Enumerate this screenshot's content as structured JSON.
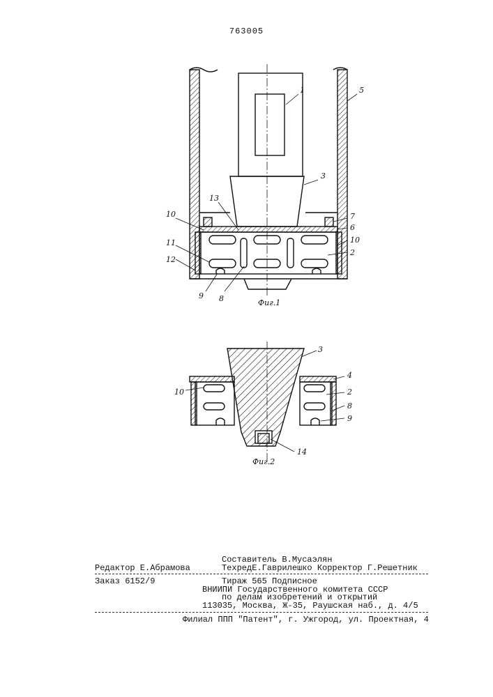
{
  "page_number": "763005",
  "fig1": {
    "caption": "Фиг.1",
    "labels": {
      "l1": "1",
      "l2": "2",
      "l3": "3",
      "l5": "5",
      "l6": "6",
      "l7": "7",
      "l8": "8",
      "l9": "9",
      "l10a": "10",
      "l10b": "10",
      "l11": "11",
      "l12": "12",
      "l13": "13"
    }
  },
  "fig2": {
    "caption": "Фиг.2",
    "labels": {
      "l2": "2",
      "l3": "3",
      "l4": "4",
      "l8": "8",
      "l9": "9",
      "l10": "10",
      "l14": "14"
    }
  },
  "footer": {
    "compiler": "Составитель В.Мусаэлян",
    "editor": "Редактор  Е.Абрамова",
    "tech_corr": "ТехредЕ.Гаврилешко Корректор Г.Решетник",
    "order": "Заказ 6152/9",
    "circulation": "Тираж 565        Подписное",
    "org1": "ВНИИПИ Государственного комитета СССР",
    "org2": "по делам изобретений и открытий",
    "address": "113035, Москва, Ж-35, Раушская наб., д. 4/5",
    "branch": "Филиал ППП \"Патент\", г. Ужгород, ул. Проектная, 4"
  }
}
